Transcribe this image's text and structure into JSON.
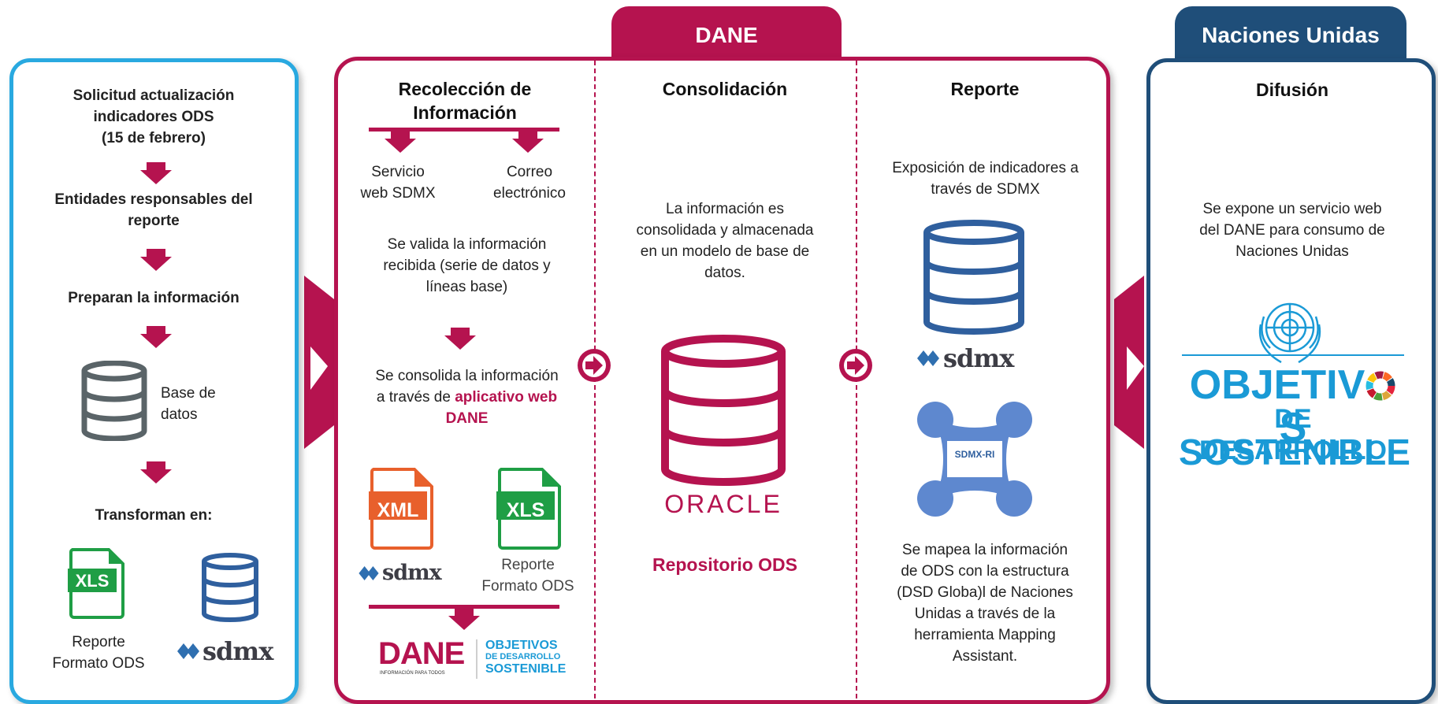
{
  "tabs": {
    "dane": "DANE",
    "un": "Naciones Unidas"
  },
  "left": {
    "step1": "Solicitud  actualización indicadores ODS (15 de febrero)",
    "step1_lines": [
      "Solicitud  actualización",
      "indicadores ODS",
      "(15 de febrero)"
    ],
    "step2_lines": [
      "Entidades responsables del",
      "reporte"
    ],
    "step3": "Preparan la información",
    "db_label_lines": [
      "Base de",
      "datos"
    ],
    "step4": "Transforman en:",
    "xls_badge": "XLS",
    "report_lines": [
      "Reporte",
      "Formato ODS"
    ],
    "sdmx_word": "sdmx"
  },
  "recoleccion": {
    "title_lines": [
      "Recolección de",
      "Información"
    ],
    "channel1_lines": [
      "Servicio",
      "web SDMX"
    ],
    "channel2_lines": [
      "Correo",
      "electrónico"
    ],
    "validate_lines": [
      "Se valida la información",
      "recibida (serie de datos y",
      "líneas base)"
    ],
    "consolidate_line1": "Se consolida la información",
    "consolidate_line2_pre": "a través de ",
    "consolidate_line2_hl": "aplicativo web",
    "consolidate_line3_hl": "DANE",
    "xml_badge": "XML",
    "xls_badge": "XLS",
    "sdmx_word": "sdmx",
    "report_lines": [
      "Reporte",
      "Formato ODS"
    ],
    "dane_logo": "DANE",
    "dane_tagline": "INFORMACIÓN PARA TODOS",
    "ods_logo_lines": [
      "OBJETIVOS",
      "DE DESARROLLO",
      "SOSTENIBLE"
    ]
  },
  "consolidacion": {
    "title": "Consolidación",
    "desc_lines": [
      "La información  es",
      "consolidada y almacenada",
      "en un modelo de base de",
      "datos."
    ],
    "oracle": "ORACLE",
    "repo": "Repositorio ODS"
  },
  "reporte": {
    "title": "Reporte",
    "expose_lines": [
      "Exposición de indicadores a",
      "través de SDMX"
    ],
    "sdmx_word": "sdmx",
    "sdmxri": "SDMX-RI",
    "map_lines": [
      "Se mapea la información",
      "de ODS con la estructura",
      "(DSD Globa)l de Naciones",
      "Unidas a través de la",
      "herramienta Mapping",
      "Assistant."
    ]
  },
  "difusion": {
    "title": "Difusión",
    "desc_lines": [
      "Se expone un servicio web",
      "del DANE para consumo de",
      "Naciones Unidas"
    ],
    "ods_lines": [
      "OBJETIV",
      "S",
      "DE DESARROLLO",
      "SOSTENIBLE"
    ]
  },
  "colors": {
    "dane": "#b5134f",
    "un": "#1f4e79",
    "left": "#29a9e0",
    "gray_db": "#5a6468",
    "blue_db": "#2f5f9e",
    "ods_blue": "#1a9ad6",
    "xls_green": "#1f9e45",
    "xml_orange": "#e8602c"
  }
}
